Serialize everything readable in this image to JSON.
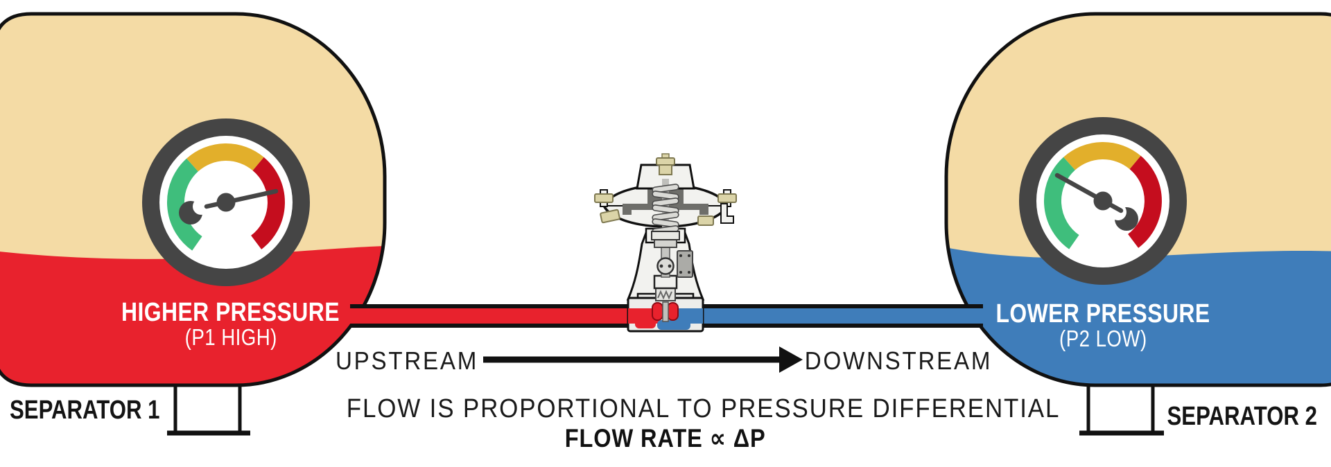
{
  "title": "Flow is proportional to pressure differential diagram",
  "separators": {
    "left": {
      "name": "SEPARATOR 1",
      "pressure_label": "HIGHER PRESSURE",
      "pressure_sub": "(P1 HIGH)"
    },
    "right": {
      "name": "SEPARATOR 2",
      "pressure_label": "LOWER PRESSURE",
      "pressure_sub": "(P2 LOW)"
    }
  },
  "gauges": {
    "left": {
      "icon": "pressure-gauge-high-icon",
      "reading": "high - needle in red zone"
    },
    "right": {
      "icon": "pressure-gauge-low-icon",
      "reading": "low - needle in green zone"
    }
  },
  "valve": {
    "icon": "control-valve-icon"
  },
  "flow": {
    "upstream_label": "UPSTREAM",
    "downstream_label": "DOWNSTREAM",
    "caption": "FLOW IS PROPORTIONAL TO PRESSURE DIFFERENTIAL",
    "formula": "FLOW RATE ∝ ΔP"
  },
  "colors": {
    "tank_tan": "#F4DBA5",
    "high_red": "#E8222D",
    "low_blue": "#3F7DBA",
    "gauge_ring": "#454545",
    "gauge_green": "#3FBE7C",
    "gauge_yellow": "#E2AF2B",
    "gauge_red": "#C50D1E",
    "outline": "#111111"
  }
}
